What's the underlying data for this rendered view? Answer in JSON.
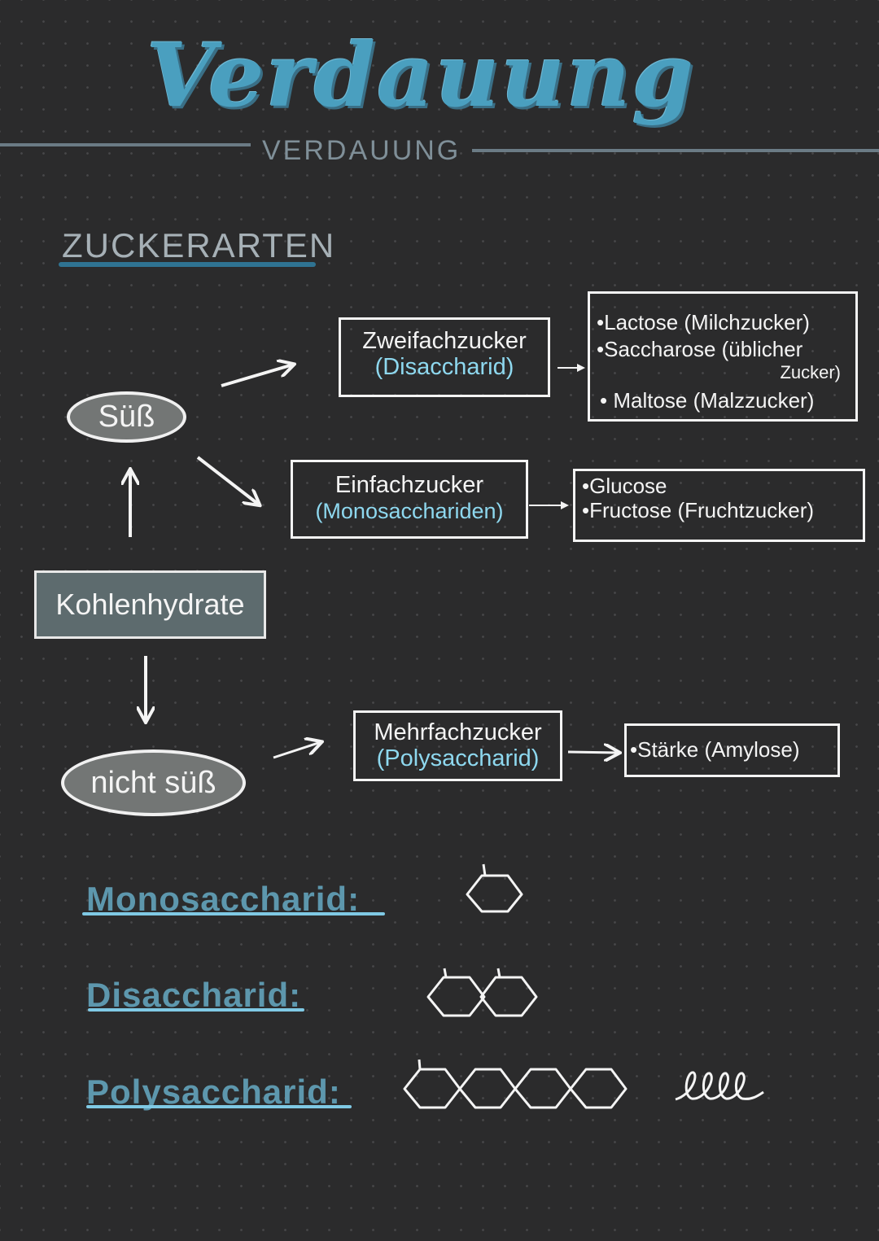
{
  "title": "Verdauung",
  "subtitle": "VERDAUUNG",
  "section_title": "ZUCKERARTEN",
  "root": {
    "label": "Kohlenhydrate"
  },
  "sweet": {
    "label": "Süß"
  },
  "not_sweet": {
    "label": "nicht süß"
  },
  "disaccharide_box": {
    "name": "Zweifachzucker",
    "term": "(Disaccharid)",
    "examples": [
      "•Lactose (Milchzucker)",
      "•Saccharose (üblicher",
      "Zucker)",
      "• Maltose (Malzzucker)"
    ]
  },
  "monosaccharide_box": {
    "name": "Einfachzucker",
    "term": "(Monosacchariden)",
    "examples": [
      "•Glucose",
      "•Fructose (Fruchtzucker)"
    ]
  },
  "polysaccharide_box": {
    "name": "Mehrfachzucker",
    "term": "(Polysaccharid)",
    "examples": [
      "•Stärke (Amylose)"
    ]
  },
  "definitions": [
    {
      "label": "Monosaccharid:",
      "rings": 1
    },
    {
      "label": "Disaccharid:",
      "rings": 2
    },
    {
      "label": "Polysaccharid:",
      "rings": 4
    }
  ],
  "colors": {
    "background": "#2b2b2c",
    "accent": "#4a9fbf",
    "cyan": "#8ed8ef",
    "underline": "#7fc9e4"
  }
}
